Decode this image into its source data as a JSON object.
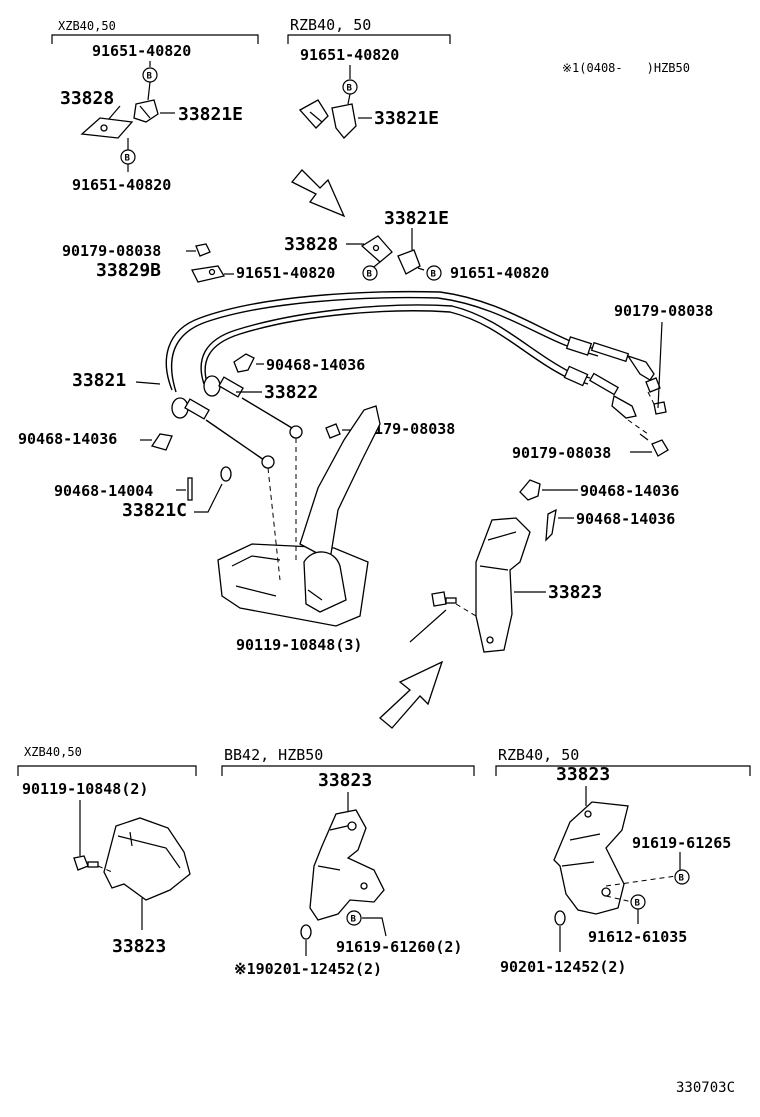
{
  "groups": {
    "top_left": "XZB40,50",
    "top_mid": "RZB40, 50",
    "note": "※1(0408-　　)HZB50",
    "bot_left": "XZB40,50",
    "bot_mid": "BB42, HZB50",
    "bot_right": "RZB40, 50"
  },
  "labels": {
    "p_91651_a": "91651-40820",
    "p_33828_a": "33828",
    "p_33821e_a": "33821E",
    "p_91651_b": "91651-40820",
    "p_91651_c": "91651-40820",
    "p_33821e_b": "33821E",
    "p_33821e_c": "33821E",
    "p_33828_b": "33828",
    "p_90179_a": "90179-08038",
    "p_33829b": "33829B",
    "p_91651_d": "91651-40820",
    "p_91651_e": "91651-40820",
    "p_90179_b": "90179-08038",
    "p_90468_a": "90468-14036",
    "p_33821": "33821",
    "p_33822": "33822",
    "p_90468_b": "90468-14036",
    "p_90179_c": "90179-08038",
    "p_90179_d": "90179-08038",
    "p_90468_c": "90468-14004",
    "p_33821c": "33821C",
    "p_90468_d": "90468-14036",
    "p_90468_e": "90468-14036",
    "p_33823_a": "33823",
    "p_90119_a": "90119-10848(3)",
    "p_90119_b": "90119-10848(2)",
    "p_33823_b": "33823",
    "p_33823_c": "33823",
    "p_91619_a": "91619-61260(2)",
    "p_90201_a": "※190201-12452(2)",
    "p_33823_d": "33823",
    "p_91619_b": "91619-61265",
    "p_91612": "91612-61035",
    "p_90201_b": "90201-12452(2)"
  },
  "badge_letter": "B",
  "diagram_code": "330703C"
}
